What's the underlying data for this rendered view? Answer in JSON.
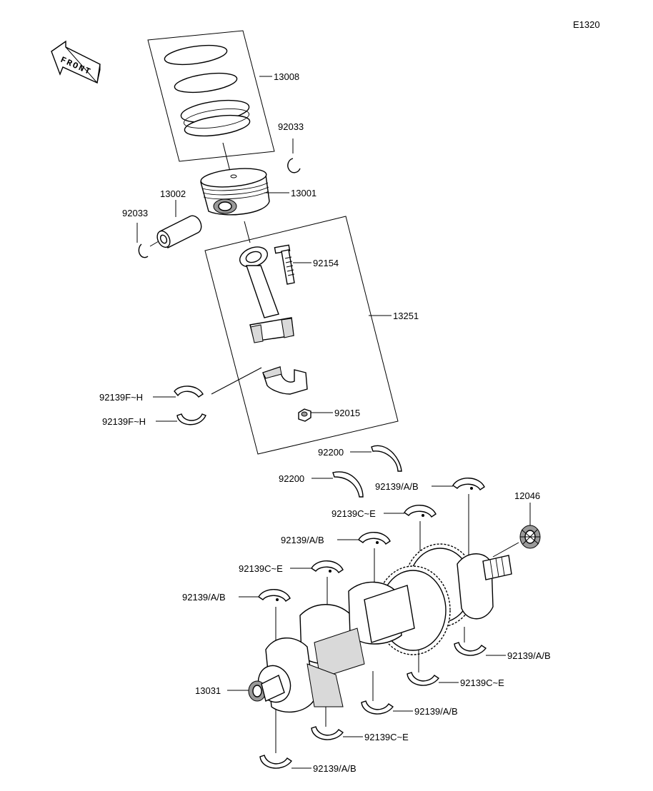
{
  "diagram": {
    "code": "E1320",
    "front_label": "FRONT",
    "parts": {
      "rings": "13008",
      "circlip_top": "92033",
      "piston": "13001",
      "pin": "13002",
      "circlip_left": "92033",
      "bolt": "92154",
      "rod_assy": "13251",
      "rod_bearing_1": "92139F~H",
      "rod_bearing_2": "92139F~H",
      "nut": "92015",
      "thrust_1": "92200",
      "thrust_2": "92200",
      "main_1": "92139/A/B",
      "needle": "12046",
      "main_2": "92139C~E",
      "main_3": "92139/A/B",
      "main_4": "92139C~E",
      "main_5": "92139/A/B",
      "crank": "13031",
      "lower_1": "92139/A/B",
      "lower_2": "92139C~E",
      "lower_3": "92139/A/B",
      "lower_4": "92139C~E",
      "lower_5": "92139/A/B"
    }
  }
}
